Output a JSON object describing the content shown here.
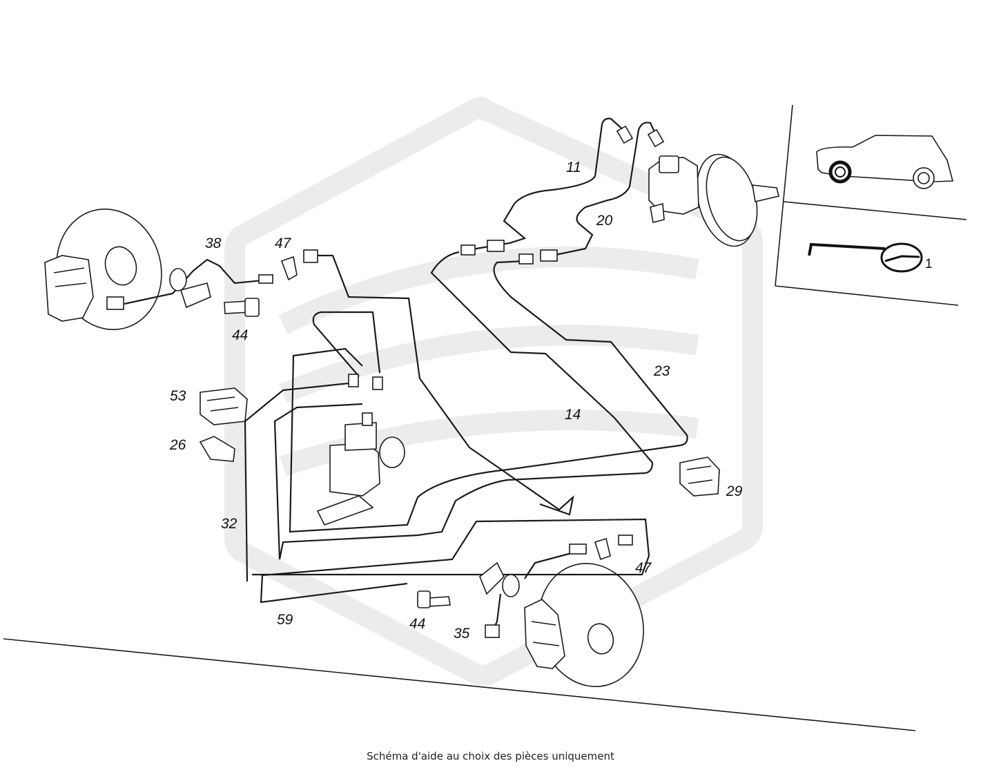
{
  "caption": "Schéma d'aide au choix des pièces uniquement",
  "part_labels": {
    "p11": "11",
    "p20": "20",
    "p38": "38",
    "p47a": "47",
    "p44a": "44",
    "p23": "23",
    "p53": "53",
    "p14": "14",
    "p26": "26",
    "p29": "29",
    "p32": "32",
    "p47b": "47",
    "p59": "59",
    "p44b": "44",
    "p35": "35"
  },
  "inset_marker": "1",
  "colors": {
    "line": "#1a1a1a",
    "watermark": "#ececec",
    "background": "#ffffff"
  }
}
